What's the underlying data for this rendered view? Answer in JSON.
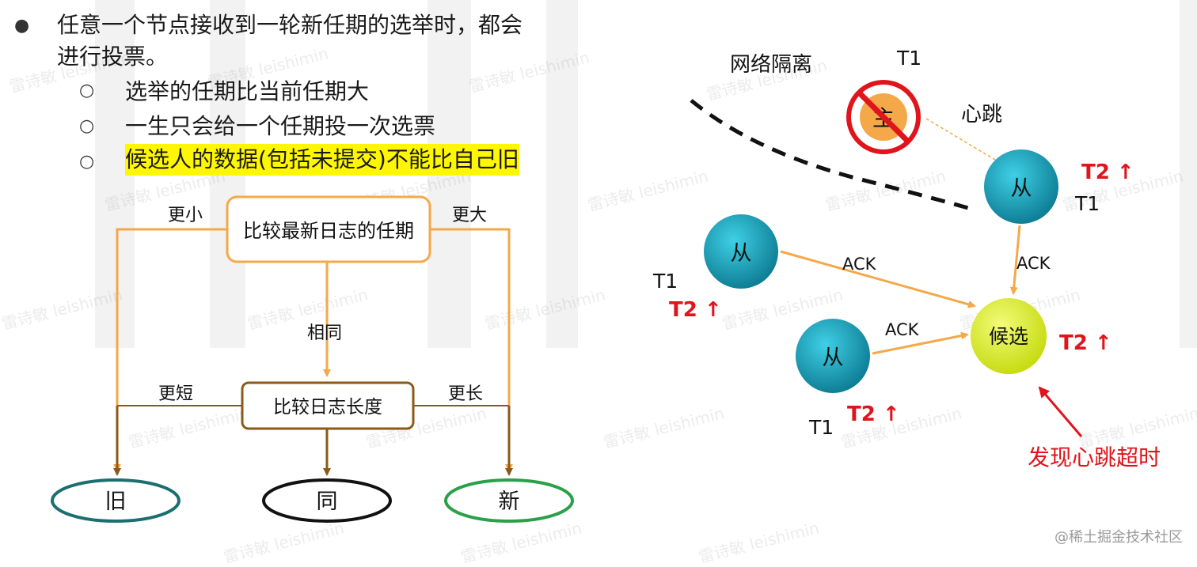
{
  "bullets": {
    "main_line1": "任意一个节点接收到一轮新任期的选举时，都会",
    "main_line2": "进行投票。",
    "sub1": "选举的任期比当前任期大",
    "sub2": "一生只会给一个任期投一次选票",
    "sub3": "候选人的数据(包括未提交)不能比自己旧"
  },
  "flowchart": {
    "compare_term": "比较最新日志的任期",
    "smaller": "更小",
    "larger": "更大",
    "same": "相同",
    "compare_length": "比较日志长度",
    "shorter": "更短",
    "longer": "更长",
    "result_old": "旧",
    "result_same": "同",
    "result_new": "新"
  },
  "cluster": {
    "network_partition": "网络隔离",
    "leader_term": "T1",
    "leader_glyph": "主",
    "heartbeat": "心跳",
    "follower_glyph": "从",
    "follower_top_new_term": "T2 ↑",
    "follower_top_term": "T1",
    "follower_left_term": "T1",
    "follower_left_new_term": "T2 ↑",
    "follower_bottom_new_term": "T2 ↑",
    "follower_bottom_term": "T1",
    "ack": "ACK",
    "candidate_label": "候选",
    "candidate_new_term": "T2 ↑",
    "timeout_note": "发现心跳超时"
  },
  "watermark": "雷诗敏 leishimin",
  "footer": "@稀土掘金技术社区",
  "colors": {
    "orange": "#f5a849",
    "brown": "#8b5a18",
    "teal": "#1b6f70",
    "black": "#111111",
    "green": "#2aa04a",
    "red": "#e0141b",
    "highlight": "#fff700",
    "node_teal": "#1797ad",
    "candidate": "#d7ea2c"
  }
}
